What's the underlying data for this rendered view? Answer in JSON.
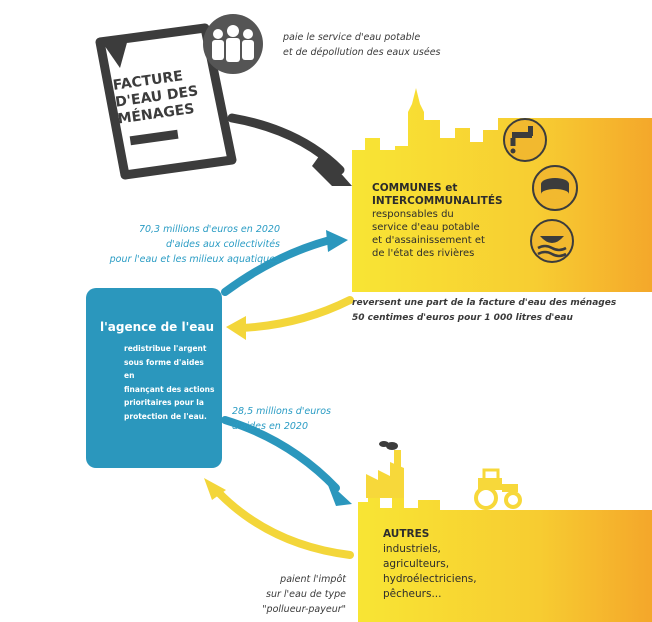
{
  "facture": {
    "line1": "FACTURE",
    "line2": "D'EAU DES",
    "line3": "MÉNAGES"
  },
  "note_paie": {
    "line1": "paie le service d'eau potable",
    "line2": "et de dépollution des eaux usées"
  },
  "communes": {
    "title1": "COMMUNES et",
    "title2": "INTERCOMMUNALITÉS",
    "desc": [
      "responsables du",
      "service d'eau potable",
      "et d'assainissement et",
      "de l'état des rivières"
    ]
  },
  "note_aides_collectivites": {
    "line1": "70,3 millions d'euros en 2020",
    "line2": "d'aides aux collectivités",
    "line3": "pour l'eau et les milieux aquatiques"
  },
  "note_reversent": {
    "line1": "reversent une part de la facture d'eau des ménages",
    "line2": "50 centimes d'euros pour 1 000 litres d'eau"
  },
  "agence": {
    "title": "l'agence de l'eau",
    "desc": [
      "redistribue l'argent",
      "sous forme d'aides en",
      "finançant des actions",
      "prioritaires pour la",
      "protection de l'eau."
    ]
  },
  "note_aides_2020": {
    "line1": "28,5 millions d'euros",
    "line2": "d'aides en 2020"
  },
  "autres": {
    "title": "AUTRES",
    "desc": [
      "industriels,",
      "agriculteurs,",
      "hydroélectriciens,",
      "pêcheurs..."
    ]
  },
  "note_impot": {
    "line1": "paient l'impôt",
    "line2": "sur l'eau de type",
    "line3": "\"pollueur-payeur\""
  },
  "colors": {
    "blue": "#2b97bd",
    "yellow": "#f7e23a",
    "orange": "#f5a623",
    "dark": "#3c3c3c",
    "arrow_yellow": "#f3d63a"
  },
  "icons": [
    "people-icon",
    "faucet-icon",
    "sewer-pipe-icon",
    "river-fish-icon",
    "factory-icon",
    "tractor-icon"
  ]
}
